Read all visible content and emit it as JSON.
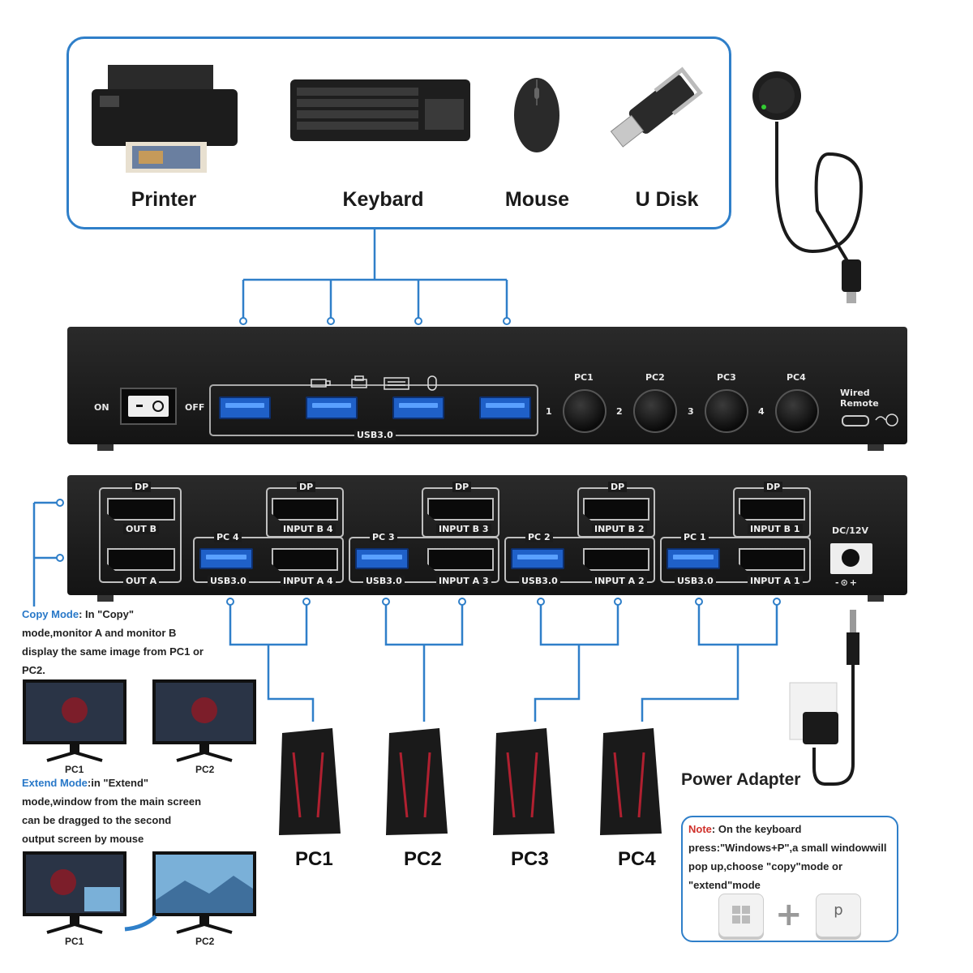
{
  "peripherals": {
    "items": [
      {
        "label": "Printer",
        "icon": "printer-icon"
      },
      {
        "label": "Keybard",
        "icon": "keyboard-icon"
      },
      {
        "label": "Mouse",
        "icon": "mouse-icon"
      },
      {
        "label": "U Disk",
        "icon": "usb-disk-icon"
      }
    ]
  },
  "front_panel": {
    "power_on": "ON",
    "power_off": "OFF",
    "usb_group_label": "USB3.0",
    "buttons": [
      {
        "label": "PC1",
        "number": "1"
      },
      {
        "label": "PC2",
        "number": "2"
      },
      {
        "label": "PC3",
        "number": "3"
      },
      {
        "label": "PC4",
        "number": "4"
      }
    ],
    "wired_remote_line1": "Wired",
    "wired_remote_line2": "Remote"
  },
  "back_panel": {
    "out_b": "OUT B",
    "out_a": "OUT A",
    "dp": "DP",
    "groups": [
      {
        "pc": "PC 4",
        "usb": "USB3.0",
        "input_b": "INPUT B 4",
        "input_a": "INPUT A 4"
      },
      {
        "pc": "PC 3",
        "usb": "USB3.0",
        "input_b": "INPUT B 3",
        "input_a": "INPUT A 3"
      },
      {
        "pc": "PC 2",
        "usb": "USB3.0",
        "input_b": "INPUT B 2",
        "input_a": "INPUT A 2"
      },
      {
        "pc": "PC 1",
        "usb": "USB3.0",
        "input_b": "INPUT B 1",
        "input_a": "INPUT A 1"
      }
    ],
    "dc_label": "DC/12V",
    "dc_polarity": "-⊙+"
  },
  "copy_mode": {
    "title": "Copy Mode",
    "text_1": ": In \"Copy\"",
    "text_2": "mode,monitor A and monitor B",
    "text_3": "display the same image from PC1 or",
    "text_4": "PC2.",
    "mon1": "PC1",
    "mon2": "PC2"
  },
  "extend_mode": {
    "title": "Extend Mode",
    "text_1": ":in \"Extend\"",
    "text_2": "mode,window from the main screen",
    "text_3": "can be dragged to the second",
    "text_4": "output screen by mouse",
    "mon1": "PC1",
    "mon2": "PC2"
  },
  "computers": [
    "PC1",
    "PC2",
    "PC3",
    "PC4"
  ],
  "power_adapter": "Power Adapter",
  "note": {
    "title": "Note",
    "text_1": ": On the keyboard",
    "text_2": "press:\"Windows+P\",a small windowwill",
    "text_3": "pop up,choose \"copy\"mode or",
    "text_4": "\"extend\"mode",
    "key_plus": "+",
    "key_p": "p"
  },
  "colors": {
    "accent": "#2f7fc9",
    "usb_blue": "#1f60c8",
    "panel": "#1a1a1a"
  }
}
